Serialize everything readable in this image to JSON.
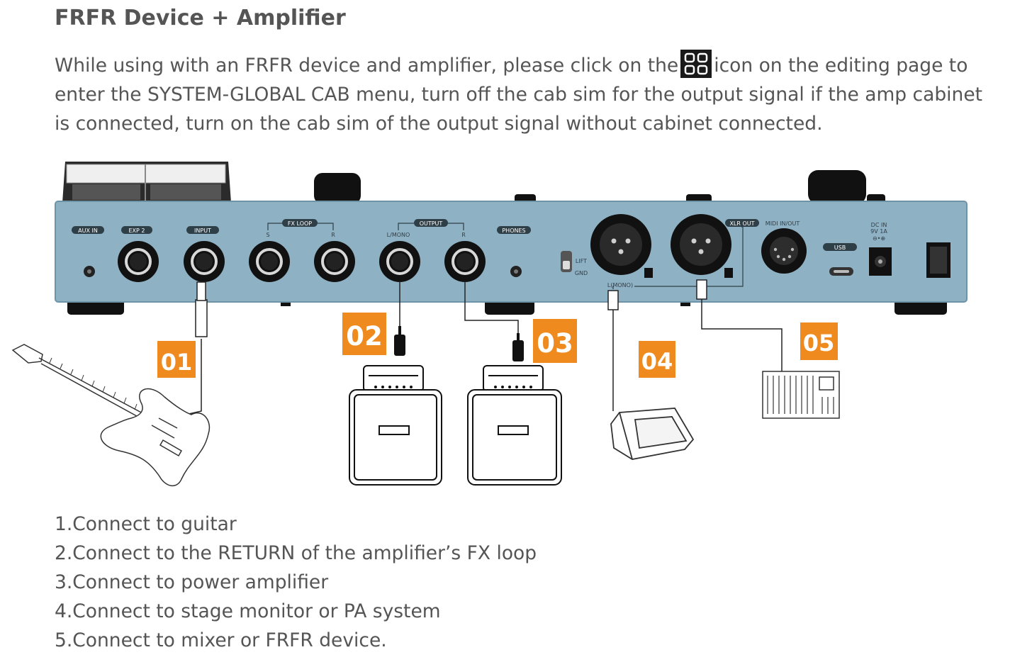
{
  "header": {
    "title": "FRFR Device + Amplifier"
  },
  "intro": {
    "part1": "While using with an FRFR device and amplifier, please click on the",
    "icon": "quad-grid-icon",
    "part2": "icon on the editing page to",
    "line2": "enter the SYSTEM-GLOBAL CAB menu, turn off the cab sim for the output signal if the amp cabinet",
    "line3": "is connected, turn on the cab sim of the output signal without cabinet connected."
  },
  "device": {
    "labels": {
      "aux_in": "AUX IN",
      "exp2": "EXP 2",
      "input": "INPUT",
      "fx_loop": "FX LOOP",
      "fx_s": "S",
      "fx_r": "R",
      "output": "OUTPUT",
      "out_l": "L/MONO",
      "out_r": "R",
      "phones": "PHONES",
      "lift": "LIFT",
      "gnd": "GND",
      "xlr_out": "XLR OUT",
      "xlr_l": "L(MONO)",
      "midi": "MIDI IN/OUT",
      "usb": "USB",
      "dc1": "DC IN",
      "dc2": "9V 1A"
    }
  },
  "callouts": [
    "01",
    "02",
    "03",
    "04",
    "05"
  ],
  "colors": {
    "callout": "#ef8a1e",
    "panel": "#8fb1c4",
    "text": "#555555"
  },
  "steps": [
    "1.Connect to guitar",
    "2.Connect to the RETURN of the amplifier’s FX loop",
    "3.Connect to power amplifier",
    "4.Connect to stage monitor or PA system",
    "5.Connect to mixer or FRFR device."
  ]
}
